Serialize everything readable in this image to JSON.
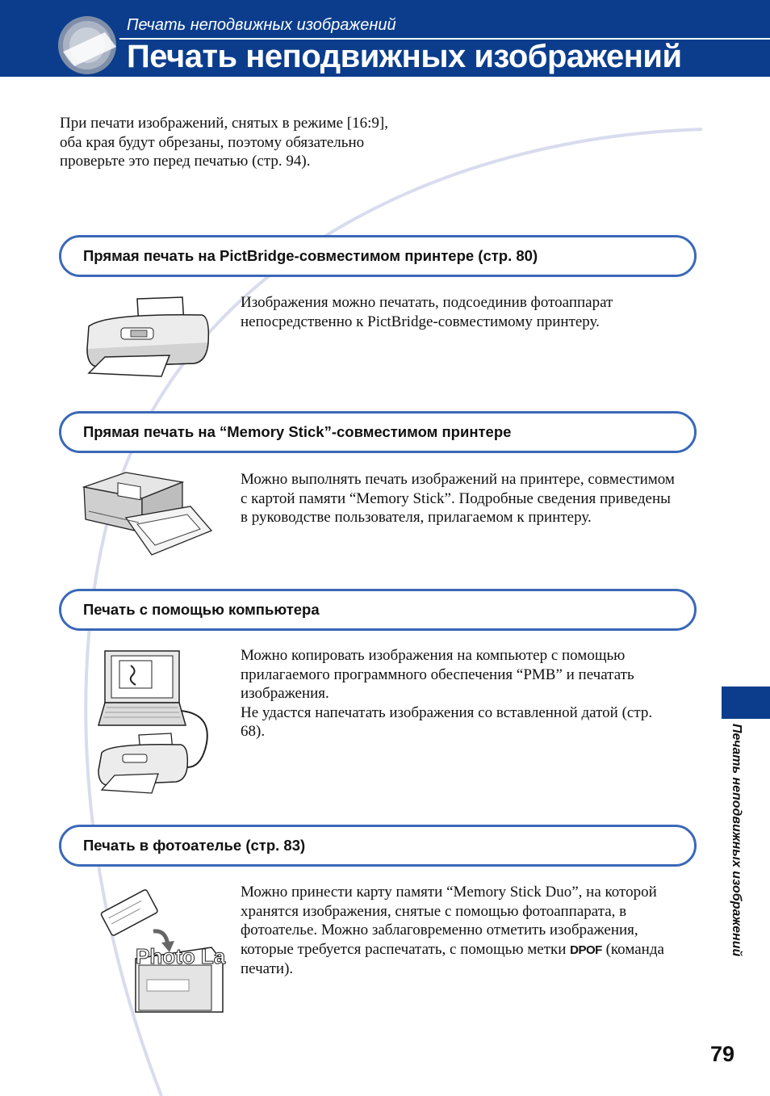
{
  "header": {
    "subtitle": "Печать неподвижных изображений",
    "title": "Печать неподвижных изображений"
  },
  "intro": "При печати изображений, снятых в режиме [16:9], оба края будут обрезаны, поэтому обязательно проверьте это перед печатью (стр. 94).",
  "sections": [
    {
      "heading": "Прямая печать на PictBridge-совместимом принтере (стр. 80)",
      "text": "Изображения можно печатать, подсоединив фотоаппарат непосредственно к PictBridge-совместимому принтеру.",
      "icon": "pictbridge-printer-icon"
    },
    {
      "heading": "Прямая печать на “Memory Stick”-совместимом принтере",
      "text": "Можно выполнять печать изображений на принтере, совместимом с картой памяти “Memory Stick”. Подробные сведения приведены в руководстве пользователя, прилагаемом к принтеру.",
      "icon": "memory-stick-printer-icon"
    },
    {
      "heading": "Печать с помощью компьютера",
      "text": "Можно копировать изображения на компьютер с помощью прилагаемого программного обеспечения “PMB” и печатать изображения.",
      "text2": "Не удастся напечатать изображения со вставленной датой (стр. 68).",
      "icon": "computer-printer-icon"
    },
    {
      "heading": "Печать в фотоателье (стр. 83)",
      "text_before": "Можно принести карту памяти “Memory Stick Duo”, на которой хранятся изображения, снятые с помощью фотоаппарата, в фотоателье. Можно заблаговременно отметить изображения, которые требуется распечатать, с помощью метки",
      "dpof": "DPOF",
      "text_after": "(команда печати).",
      "icon": "photo-lab-icon",
      "photo_lab_sign": "Photo Lab"
    }
  ],
  "side_label": "Печать неподвижных изображений",
  "page_number": "79",
  "colors": {
    "brand": "#0b3d8c",
    "box_border": "#3b68b8",
    "arc": "#d9dcee"
  }
}
